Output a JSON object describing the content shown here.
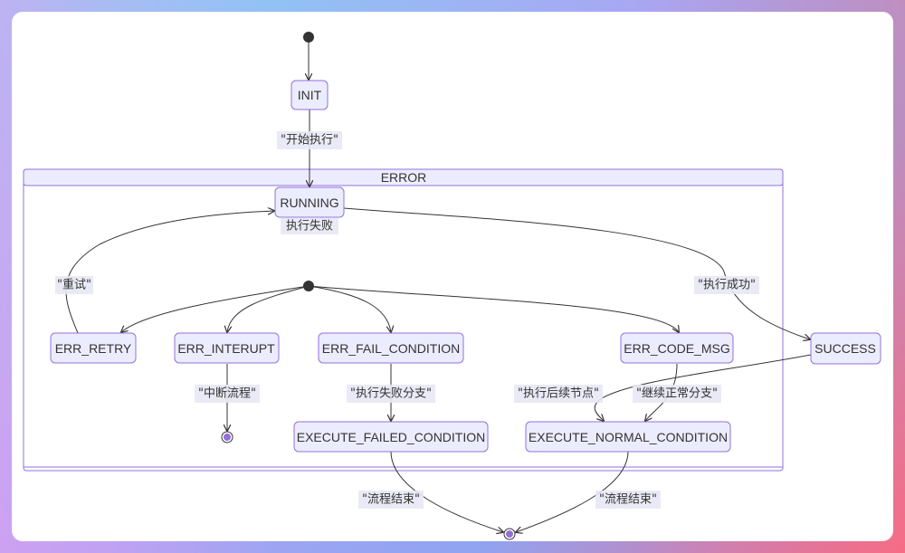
{
  "diagram": {
    "composite": {
      "title": "ERROR"
    },
    "states": {
      "init": "INIT",
      "running": "RUNNING",
      "success": "SUCCESS",
      "err_retry": "ERR_RETRY",
      "err_interupt": "ERR_INTERUPT",
      "err_fail_condition": "ERR_FAIL_CONDITION",
      "err_code_msg": "ERR_CODE_MSG",
      "execute_failed_condition": "EXECUTE_FAILED_CONDITION",
      "execute_normal_condition": "EXECUTE_NORMAL_CONDITION"
    },
    "transitions": {
      "start_exec": "\"开始执行\"",
      "exec_failed": "执行失败",
      "retry": "\"重试\"",
      "exec_success": "\"执行成功\"",
      "interrupt": "\"中断流程\"",
      "fail_branch": "\"执行失败分支\"",
      "next_node": "\"执行后续节点\"",
      "normal_branch": "\"继续正常分支\"",
      "end_failed": "\"流程结束\"",
      "end_normal": "\"流程结束\""
    },
    "colors": {
      "node_fill": "#ececff",
      "node_stroke": "#9370db",
      "edge": "#333333"
    }
  }
}
